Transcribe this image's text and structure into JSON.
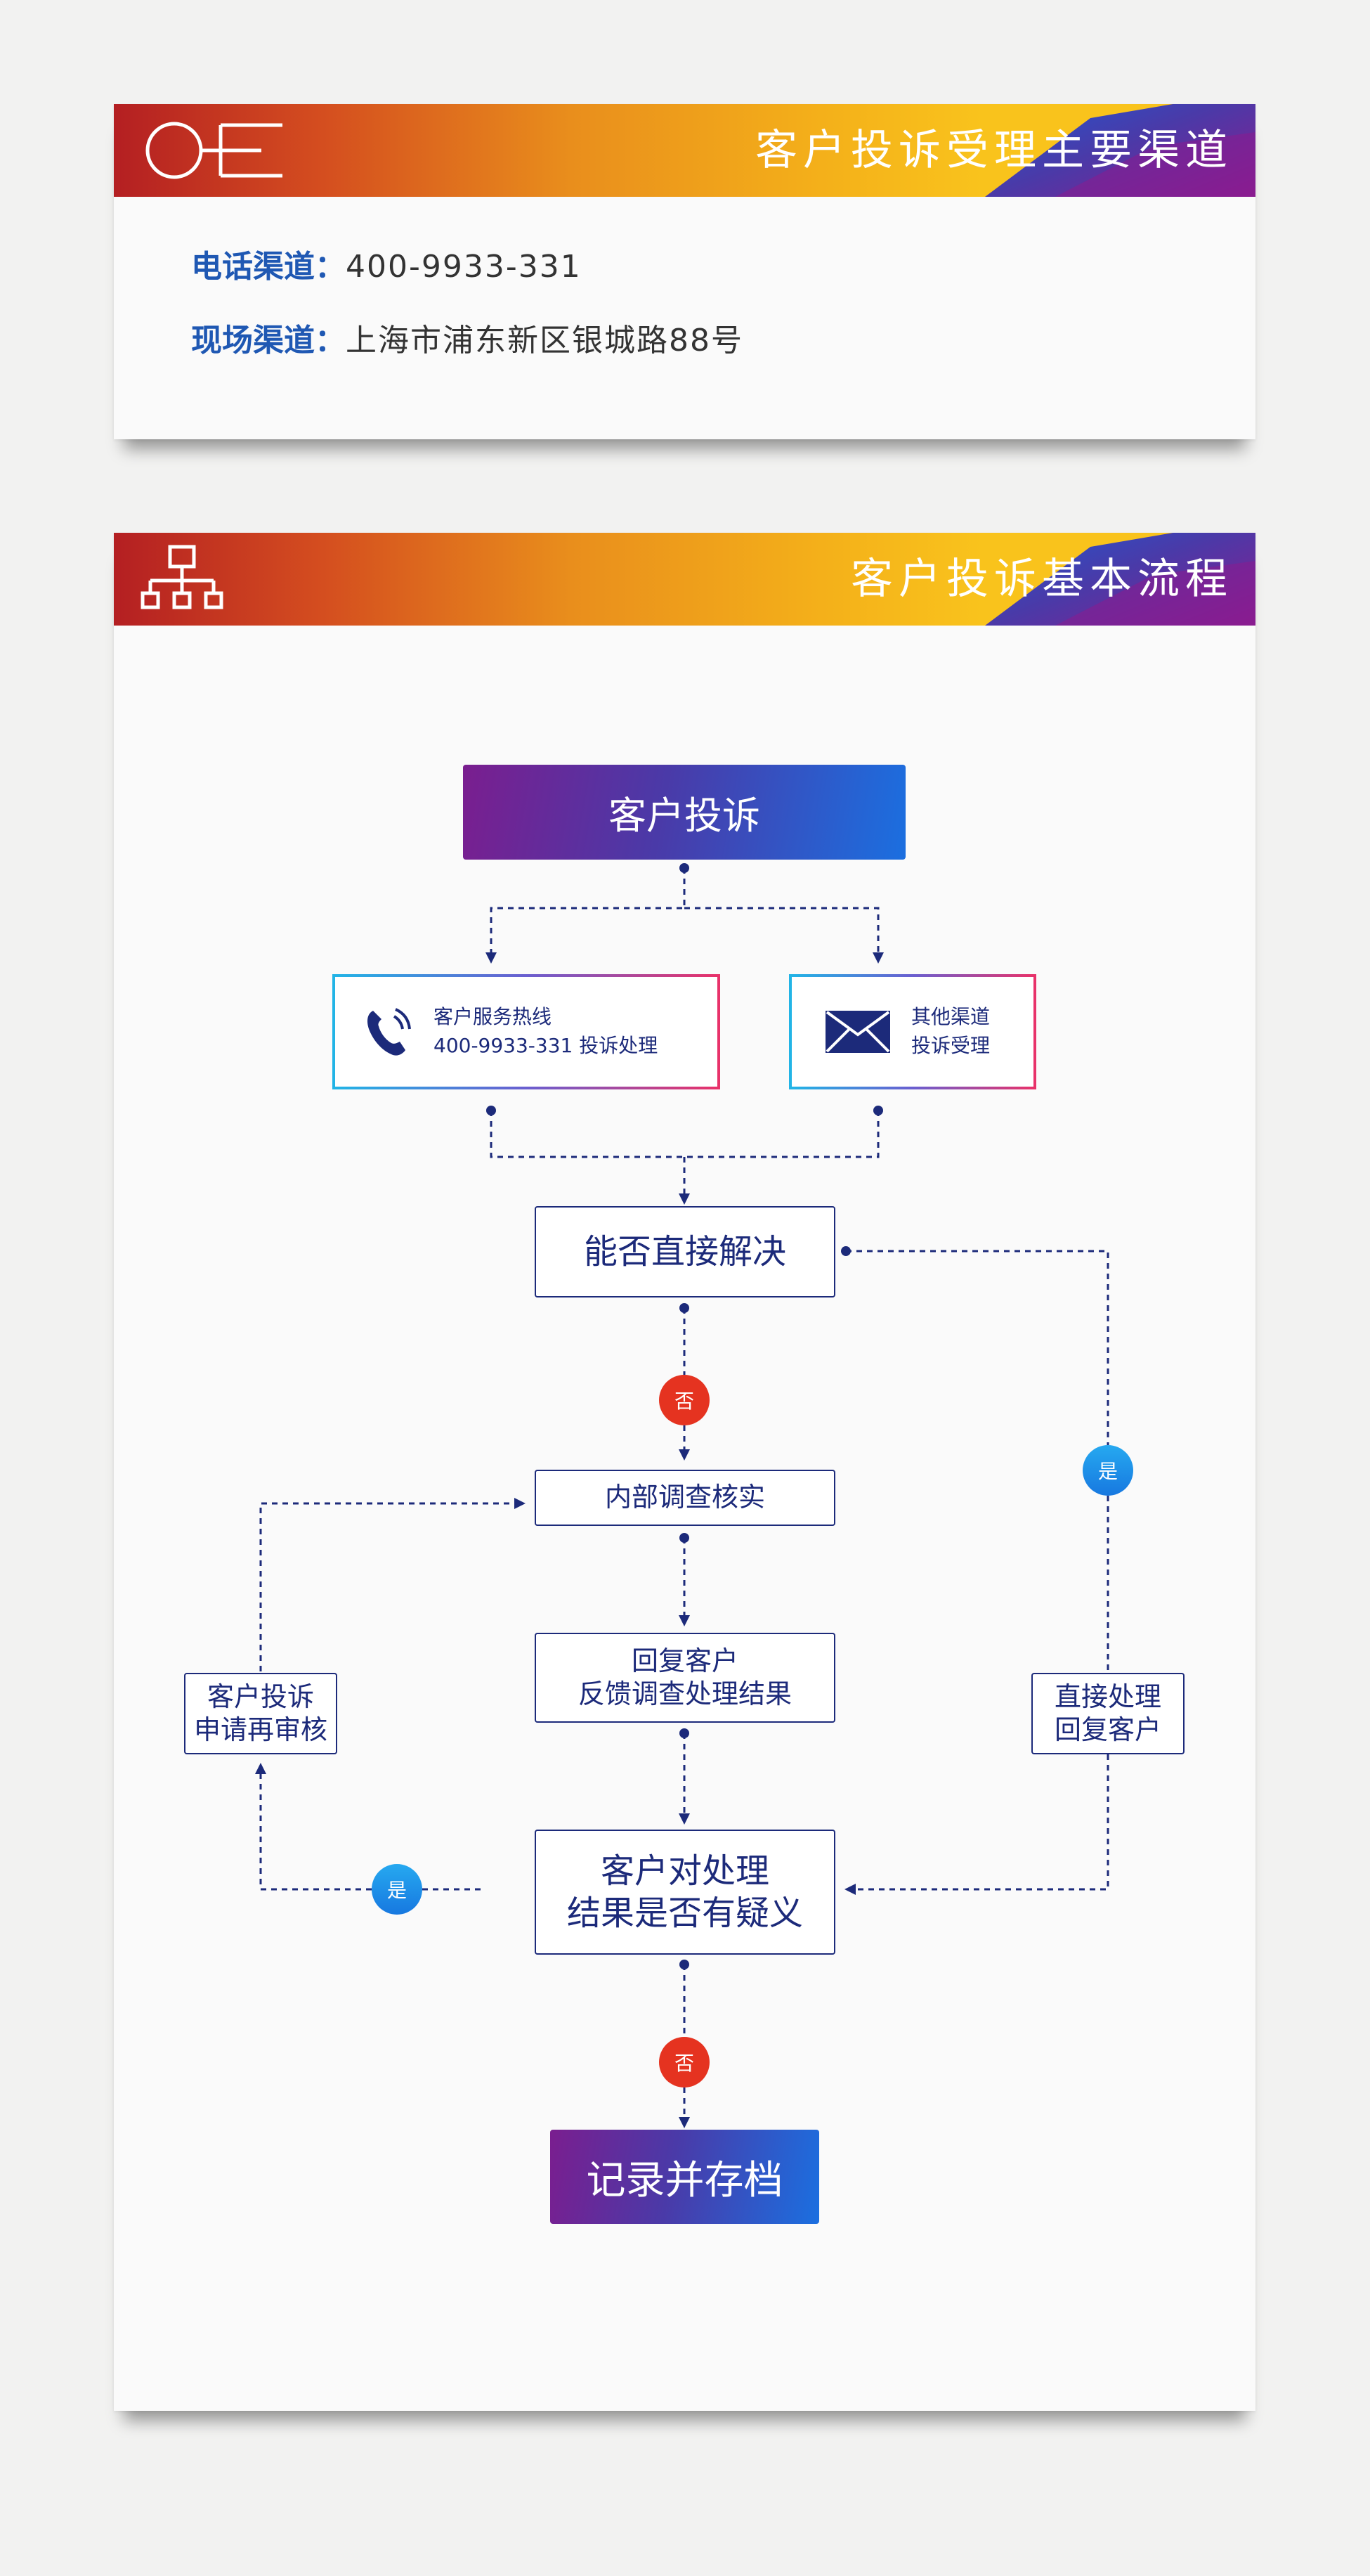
{
  "channels_section": {
    "title": "客户投诉受理主要渠道",
    "phone_label": "电话渠道：",
    "phone_value": "400-9933-331",
    "onsite_label": "现场渠道：",
    "onsite_value": "上海市浦东新区银城路88号"
  },
  "process_section": {
    "title": "客户投诉基本流程"
  },
  "flow": {
    "start": "客户投诉",
    "hotline_line1": "客户服务热线",
    "hotline_line2": "400-9933-331 投诉处理",
    "other_line1": "其他渠道",
    "other_line2": "投诉受理",
    "decide_direct": "能否直接解决",
    "no_label_1": "否",
    "yes_label_right": "是",
    "internal_investigation": "内部调查核实",
    "reply_line1": "回复客户",
    "reply_line2": "反馈调查处理结果",
    "direct_line1": "直接处理",
    "direct_line2": "回复客户",
    "recheck_line1": "客户投诉",
    "recheck_line2": "申请再审核",
    "decide_doubt_line1": "客户对处理",
    "decide_doubt_line2": "结果是否有疑义",
    "yes_label_left": "是",
    "no_label_2": "否",
    "end": "记录并存档"
  },
  "colors": {
    "navy": "#1c2a7a",
    "banner_start": "#b41f22",
    "banner_mid": "#f4b01a",
    "banner_purple": "#8a1c8f",
    "banner_blue": "#1b5bd6",
    "no_red": "#e53320",
    "yes_blue": "#1a8be8"
  }
}
